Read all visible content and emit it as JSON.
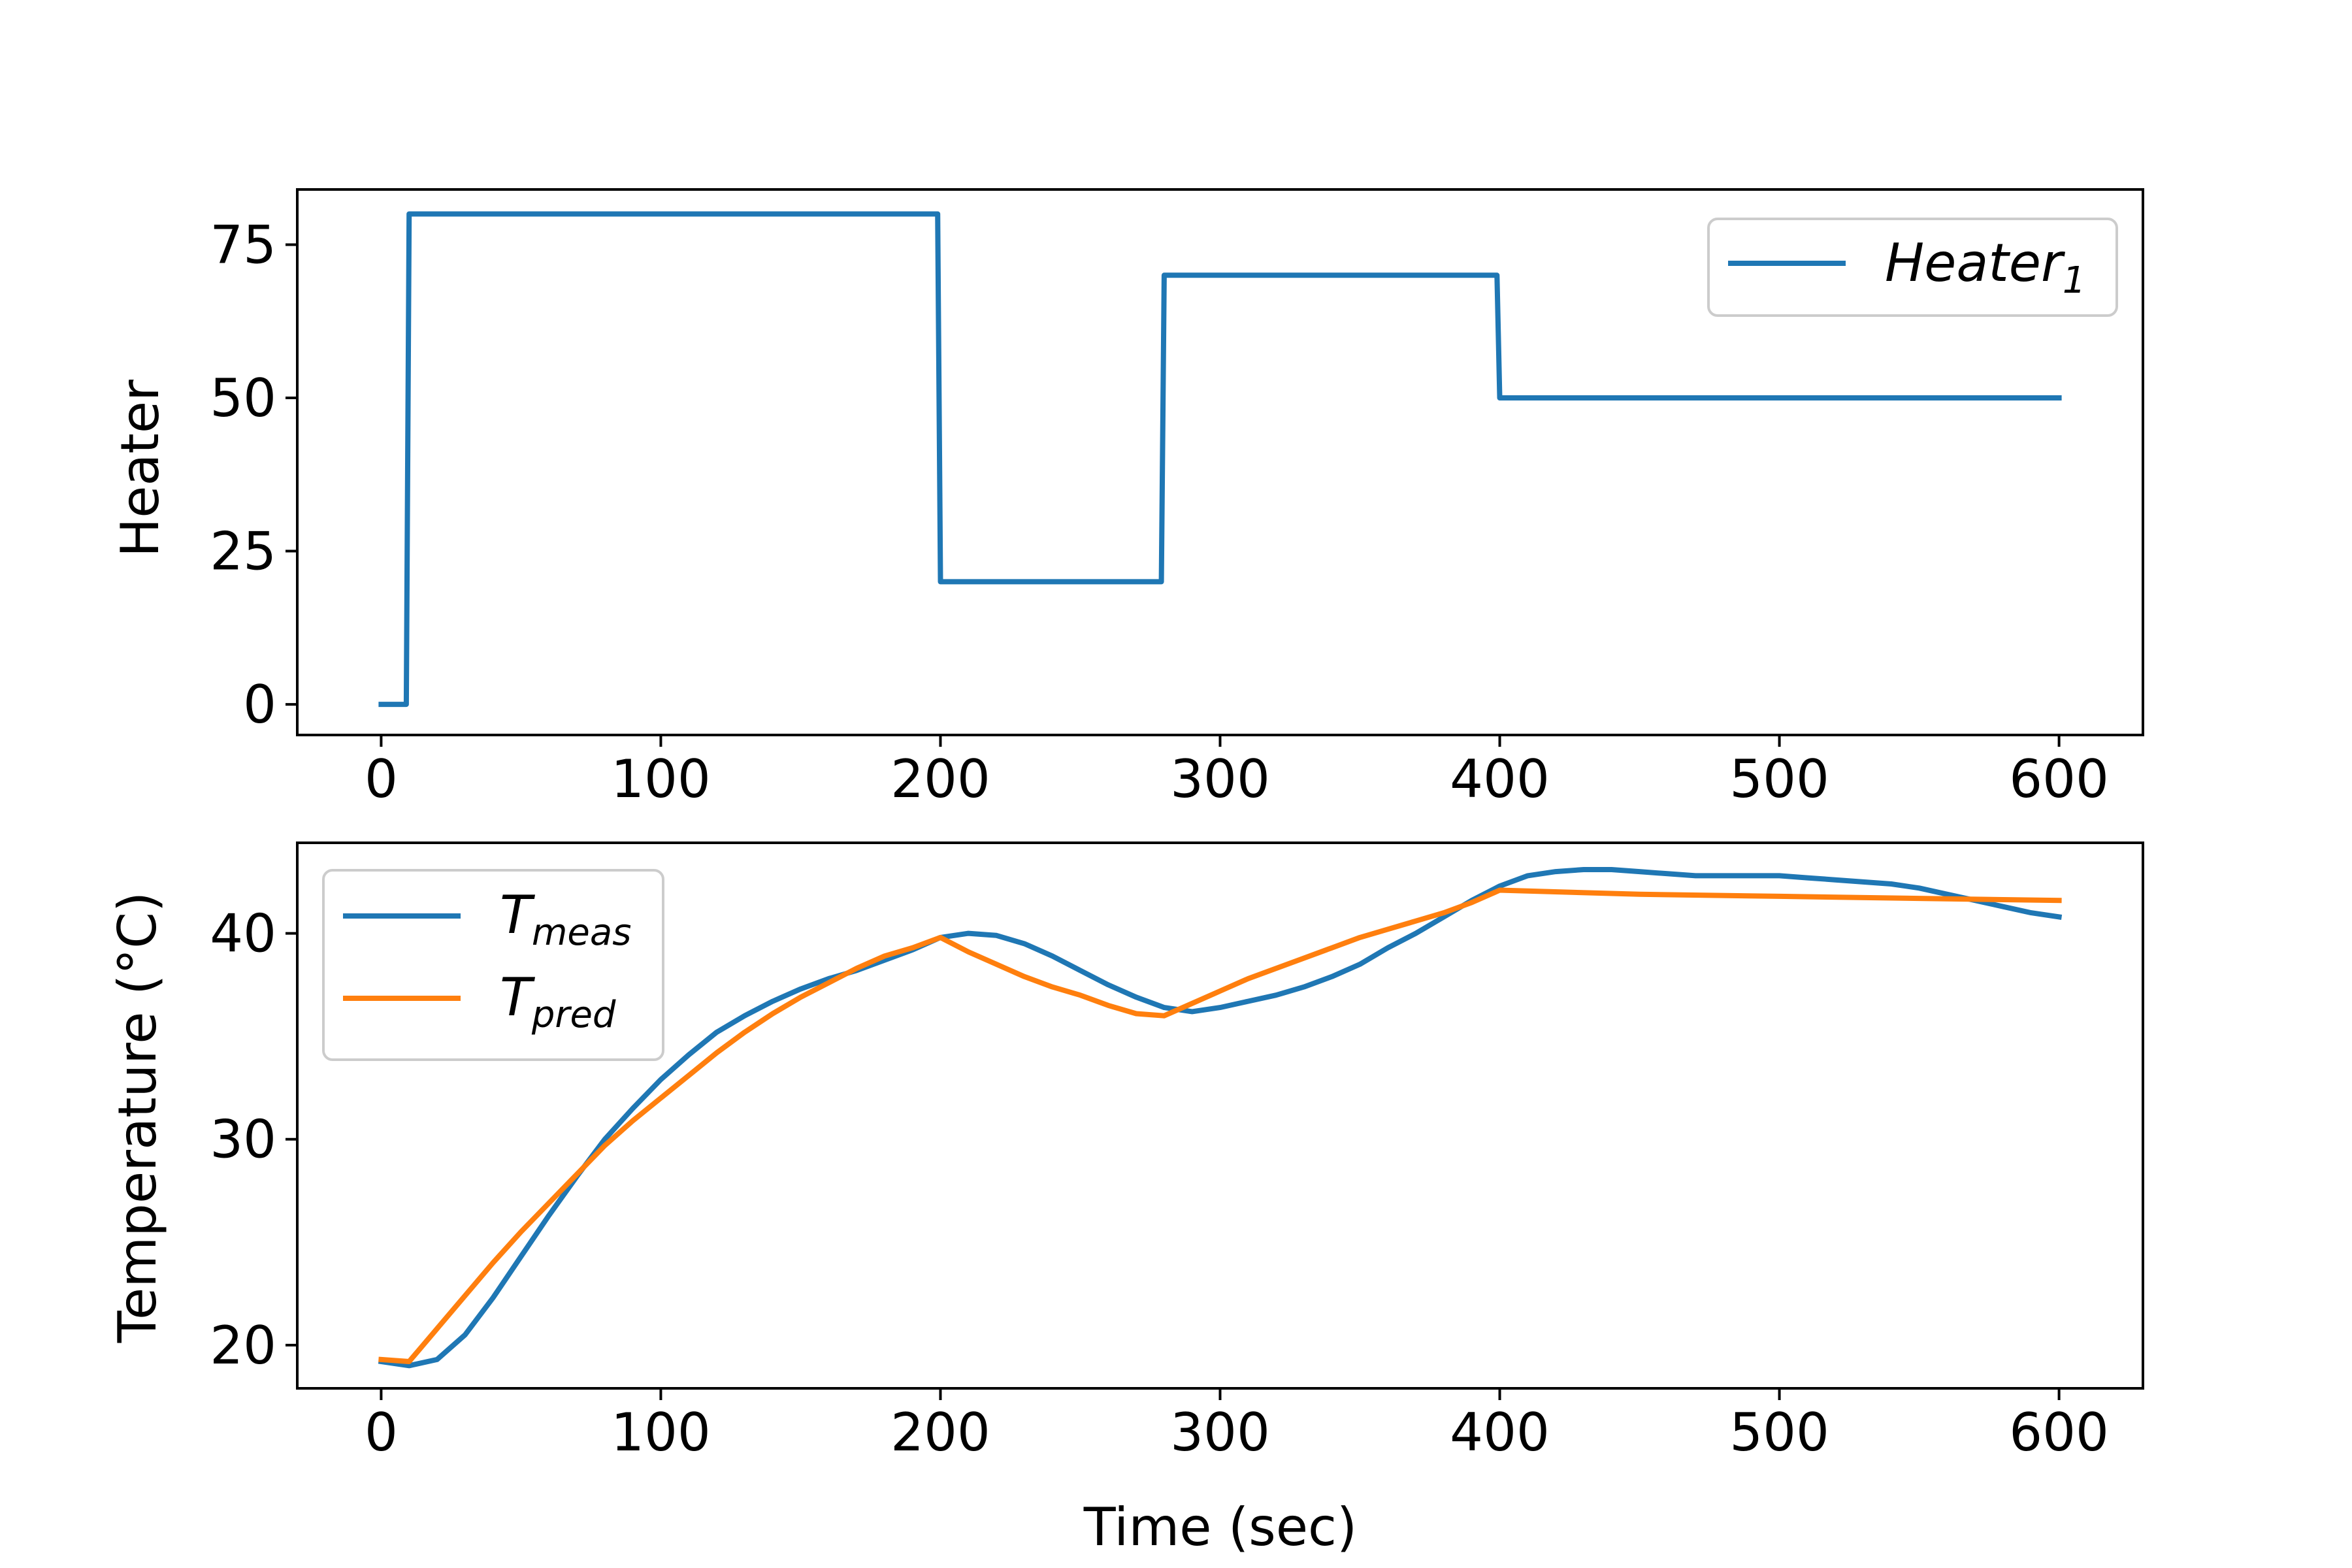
{
  "chart_data": [
    {
      "type": "line",
      "ylabel": "Heater",
      "xlabel": "",
      "xlim": [
        -30,
        630
      ],
      "ylim": [
        -5,
        84
      ],
      "xticks": [
        0,
        100,
        200,
        300,
        400,
        500,
        600
      ],
      "yticks": [
        0,
        25,
        50,
        75
      ],
      "legend_position": "upper right",
      "series": [
        {
          "name": "Heater",
          "name_subscript": "1",
          "color": "#1f77b4",
          "x": [
            0,
            9,
            10,
            199,
            200,
            279,
            280,
            399,
            400,
            600
          ],
          "y": [
            0,
            0,
            80,
            80,
            20,
            20,
            70,
            70,
            50,
            50
          ]
        }
      ]
    },
    {
      "type": "line",
      "ylabel": "Temperature (°C)",
      "xlabel": "Time (sec)",
      "xlim": [
        -30,
        630
      ],
      "ylim": [
        17.9,
        44.4
      ],
      "xticks": [
        0,
        100,
        200,
        300,
        400,
        500,
        600
      ],
      "yticks": [
        20,
        30,
        40
      ],
      "legend_position": "upper left",
      "series": [
        {
          "name": "T",
          "name_subscript": "meas",
          "color": "#1f77b4",
          "x": [
            0,
            10,
            20,
            30,
            40,
            50,
            60,
            70,
            80,
            90,
            100,
            110,
            120,
            130,
            140,
            150,
            160,
            170,
            180,
            190,
            200,
            210,
            220,
            230,
            240,
            250,
            260,
            270,
            280,
            290,
            300,
            310,
            320,
            330,
            340,
            350,
            360,
            370,
            380,
            390,
            400,
            410,
            420,
            430,
            440,
            450,
            460,
            470,
            480,
            490,
            500,
            510,
            520,
            530,
            540,
            550,
            560,
            570,
            580,
            590,
            600
          ],
          "y": [
            19.2,
            19.0,
            19.3,
            20.5,
            22.3,
            24.3,
            26.3,
            28.2,
            30.0,
            31.5,
            32.9,
            34.1,
            35.2,
            36.0,
            36.7,
            37.3,
            37.8,
            38.2,
            38.7,
            39.2,
            39.8,
            40.0,
            39.9,
            39.5,
            38.9,
            38.2,
            37.5,
            36.9,
            36.4,
            36.2,
            36.4,
            36.7,
            37.0,
            37.4,
            37.9,
            38.5,
            39.3,
            40.0,
            40.8,
            41.6,
            42.3,
            42.8,
            43.0,
            43.1,
            43.1,
            43.0,
            42.9,
            42.8,
            42.8,
            42.8,
            42.8,
            42.7,
            42.6,
            42.5,
            42.4,
            42.2,
            41.9,
            41.6,
            41.3,
            41.0,
            40.8
          ]
        },
        {
          "name": "T",
          "name_subscript": "pred",
          "color": "#ff7f0e",
          "x": [
            0,
            10,
            20,
            30,
            40,
            50,
            60,
            70,
            80,
            90,
            100,
            110,
            120,
            130,
            140,
            150,
            160,
            170,
            180,
            190,
            200,
            210,
            220,
            230,
            240,
            250,
            260,
            270,
            280,
            290,
            300,
            310,
            320,
            330,
            340,
            350,
            360,
            370,
            380,
            390,
            400,
            450,
            500,
            550,
            600
          ],
          "y": [
            19.3,
            19.2,
            20.8,
            22.4,
            24.0,
            25.5,
            26.9,
            28.3,
            29.7,
            30.9,
            32.0,
            33.1,
            34.2,
            35.2,
            36.1,
            36.9,
            37.6,
            38.3,
            38.9,
            39.3,
            39.8,
            39.1,
            38.5,
            37.9,
            37.4,
            37.0,
            36.5,
            36.1,
            36.0,
            36.6,
            37.2,
            37.8,
            38.3,
            38.8,
            39.3,
            39.8,
            40.2,
            40.6,
            41.0,
            41.5,
            42.1,
            41.9,
            41.8,
            41.7,
            41.6
          ]
        }
      ]
    }
  ]
}
